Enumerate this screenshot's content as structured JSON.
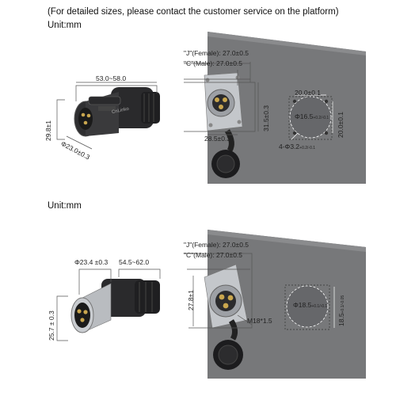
{
  "header": "(For detailed sizes, please contact the customer service on the platform)",
  "section1": {
    "unit": "Unit:mm",
    "plug": {
      "length": "53.0~58.0",
      "height": "29.8±1",
      "diameter": "Φ23.0±0.3",
      "brand_label": "CnLinko"
    },
    "socket": {
      "dim_j": "\"J\"(Female): 27.0±0.5",
      "dim_c": "\"C\"(Male): 27.0±0.5",
      "height": "31.5±0.3",
      "depth": "28.5±0.3",
      "hole_top": "20.0±0.1",
      "hole_side": "20.0±0.1",
      "hole_dia": "Φ16.5",
      "hole_dia_tol": "+0.2/-0.1",
      "screw": "4-Φ3.2",
      "screw_tol": "+0.2/-0.1"
    }
  },
  "section2": {
    "unit": "Unit:mm",
    "plug": {
      "diameter": "Φ23.4 ±0.3",
      "length": "54.5~62.0",
      "height": "25.7 ± 0.3"
    },
    "socket": {
      "dim_j": "\"J\"(Female): 27.0±0.5",
      "dim_c": "\"C\"(Male): 27.0±0.5",
      "height": "27.8±1",
      "thread": "M18*1.5",
      "hole_dia": "Φ18.5",
      "hole_dia_tol": "+0.1/-0.1",
      "hole_side": "18.5",
      "hole_side_tol": "+0.1/-0.05"
    }
  },
  "colors": {
    "panel": "#77787a",
    "panel_dark": "#5e5f61",
    "metal": "#b9bcc0",
    "body": "#2a2a2c",
    "outline": "#555"
  }
}
